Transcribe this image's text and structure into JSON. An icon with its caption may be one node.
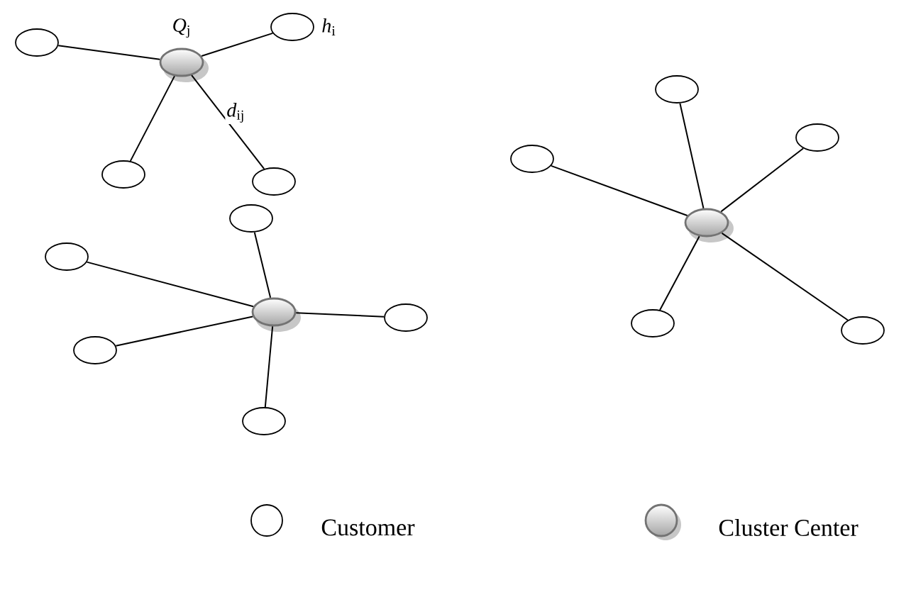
{
  "diagram": {
    "nodes": [
      {
        "text": [],
        "shape": "ellipse"
      },
      {
        "text": [],
        "shape": "sphere",
        "beside": [
          "*Q*$_{j}$"
        ]
      },
      {
        "text": [],
        "shape": "ellipse",
        "beside": [
          "*h*$_{i}$"
        ]
      },
      {
        "text": [],
        "shape": "ellipse"
      },
      {
        "text": [],
        "shape": "ellipse"
      },
      {
        "text": [],
        "shape": "ellipse"
      },
      {
        "text": [],
        "shape": "ellipse"
      },
      {
        "text": [],
        "shape": "ellipse"
      },
      {
        "text": [],
        "shape": "ellipse"
      },
      {
        "text": [],
        "shape": "sphere"
      },
      {
        "text": [],
        "shape": "ellipse"
      },
      {
        "text": [],
        "shape": "sphere"
      },
      {
        "text": [],
        "shape": "ellipse"
      },
      {
        "text": [],
        "shape": "ellipse"
      },
      {
        "text": [],
        "shape": "ellipse"
      },
      {
        "text": [],
        "shape": "ellipse"
      },
      {
        "text": [],
        "shape": "ellipse"
      }
    ],
    "edges": [
      {
        "from": 1,
        "to": 0,
        "arrow": "none"
      },
      {
        "from": 1,
        "to": 2,
        "arrow": "none"
      },
      {
        "from": 1,
        "to": 3,
        "arrow": "none"
      },
      {
        "from": 1,
        "to": 4,
        "arrow": "none",
        "label": "*d*$_{ij}$"
      },
      {
        "from": 9,
        "to": 5,
        "arrow": "none"
      },
      {
        "from": 9,
        "to": 6,
        "arrow": "none"
      },
      {
        "from": 9,
        "to": 7,
        "arrow": "none"
      },
      {
        "from": 9,
        "to": 13,
        "arrow": "none"
      },
      {
        "from": 9,
        "to": 14,
        "arrow": "none"
      },
      {
        "from": 11,
        "to": 8,
        "arrow": "none"
      },
      {
        "from": 11,
        "to": 10,
        "arrow": "none"
      },
      {
        "from": 11,
        "to": 12,
        "arrow": "none"
      },
      {
        "from": 11,
        "to": 15,
        "arrow": "none"
      },
      {
        "from": 11,
        "to": 16,
        "arrow": "none"
      }
    ],
    "legend": [
      {
        "text": "Customer"
      },
      {
        "text": "Cluster Center"
      }
    ]
  }
}
